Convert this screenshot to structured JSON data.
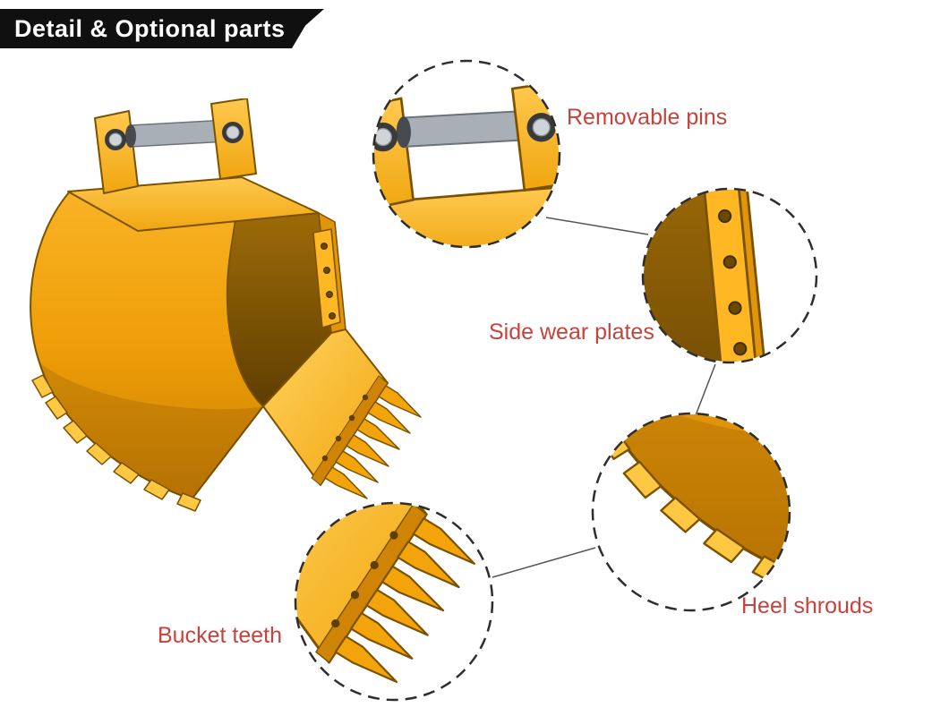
{
  "banner": {
    "title": "Detail & Optional parts"
  },
  "callouts": {
    "removable_pins": {
      "label": "Removable pins"
    },
    "side_wear_plates": {
      "label": "Side wear plates"
    },
    "heel_shrouds": {
      "label": "Heel shrouds"
    },
    "bucket_teeth": {
      "label": "Bucket teeth"
    }
  },
  "colors": {
    "banner_bg": "#101010",
    "banner_text": "#ffffff",
    "label_red": "#c5433c",
    "bucket_yellow": "#f3a40b",
    "bucket_yellow_light": "#ffc843",
    "bucket_outline": "#7a5200",
    "pin_grey": "#a8afb6",
    "pin_dark": "#474b4f",
    "circle_stroke": "#2e2e2e",
    "connector": "#555555",
    "background": "#ffffff"
  }
}
